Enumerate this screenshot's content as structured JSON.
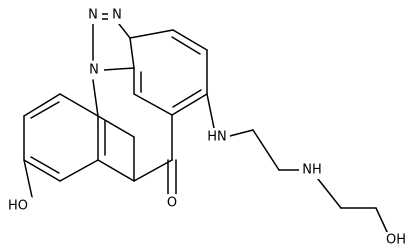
{
  "molecule": {
    "atoms": {
      "n_top_left": "N",
      "n_top_right": "N",
      "n_ring": "N",
      "nh_chain": "HN",
      "nh_chain_2": "NH",
      "carbonyl_o": "O",
      "hydroxyl_left": "HO",
      "hydroxyl_right": "OH"
    },
    "colors": {
      "bond": "#000000",
      "background": "#ffffff"
    }
  }
}
